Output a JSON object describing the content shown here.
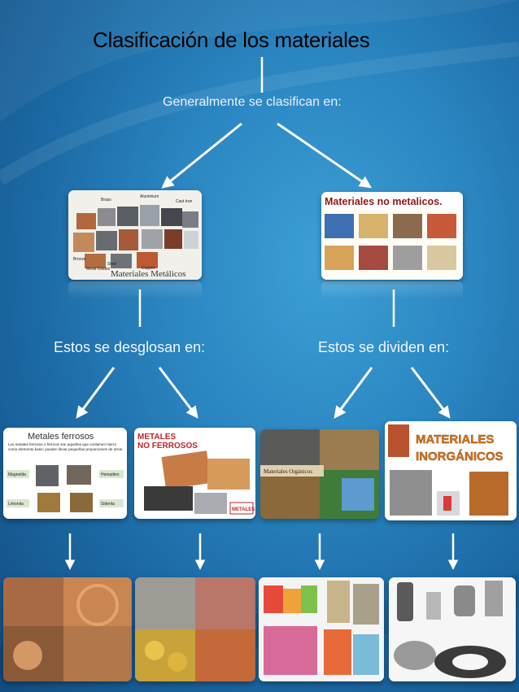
{
  "title": "Clasificación de los materiales",
  "subtitle": "Generalmente se clasifican en:",
  "branches": {
    "left": "Estos se desglosan en:",
    "right": "Estos se dividen en:"
  },
  "cards": {
    "metalicos": {
      "caption": "Materiales Metálicos",
      "labels": [
        "Brass",
        "Aluminium",
        "Cast Iron",
        "Bronze",
        "Steel",
        "Metal Oxides",
        "Copper"
      ]
    },
    "no_metalicos": {
      "header": "Materiales no metalicos."
    },
    "ferrosos": {
      "header": "Metales ferrosos",
      "bullet": "Los metales ferrosos o férricos son aquellos que contienen hierro como elemento base; pueden llevar pequeñas proporciones de otros.",
      "tags": [
        "Magnetita",
        "Hematites",
        "Limonita",
        "Siderita"
      ]
    },
    "no_ferrosos": {
      "header_line1": "METALES",
      "header_line2": "NO FERROSOS",
      "stamp": "METALES"
    },
    "organicos": {
      "caption": "Materiales Orgánicos"
    },
    "inorganicos": {
      "header_line1": "MATERIALES",
      "header_line2": "INORGÁNICOS"
    }
  },
  "colors": {
    "arrow": "#ffffff",
    "title": "#000000",
    "text": "#eef5ff"
  }
}
